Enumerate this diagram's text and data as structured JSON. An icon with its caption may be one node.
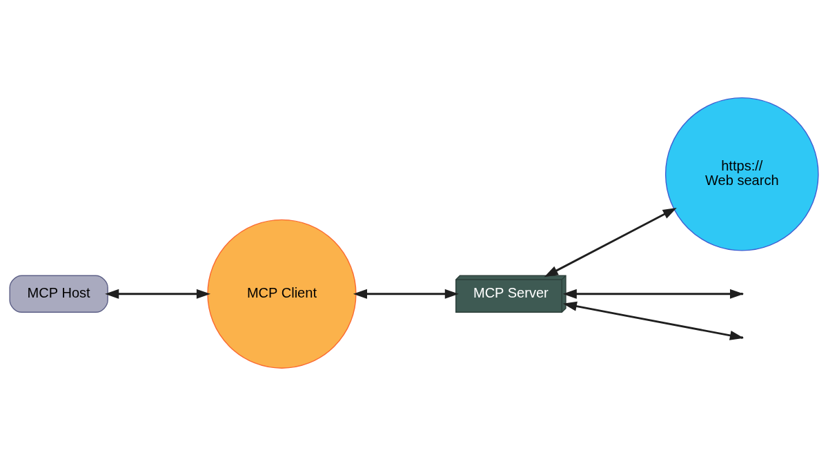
{
  "diagram": {
    "nodes": [
      {
        "text": [
          "MCP Host"
        ]
      },
      {
        "text": [
          "MCP Client"
        ]
      },
      {
        "text": [
          "MCP Server"
        ]
      },
      {
        "text": [
          "https://",
          "Web search"
        ]
      }
    ],
    "edges": [
      {
        "from": 0,
        "to": 1,
        "arrow": "both"
      },
      {
        "from": 1,
        "to": 2,
        "arrow": "both"
      },
      {
        "from": 2,
        "to": null,
        "arrow": "both"
      },
      {
        "from": 2,
        "to": null,
        "arrow": "both"
      },
      {
        "from": 2,
        "to": 3,
        "arrow": "both"
      }
    ]
  }
}
